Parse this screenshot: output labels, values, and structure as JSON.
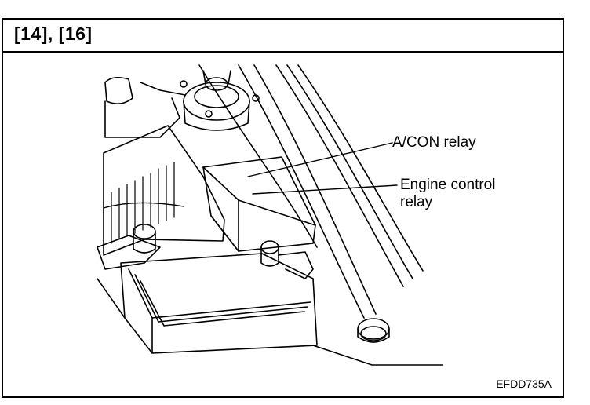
{
  "header": {
    "title": "[14], [16]"
  },
  "labels": {
    "acon_relay": "A/CON relay",
    "engine_control_relay_line1": "Engine control",
    "engine_control_relay_line2": "relay"
  },
  "figure_code": "EFDD735A"
}
